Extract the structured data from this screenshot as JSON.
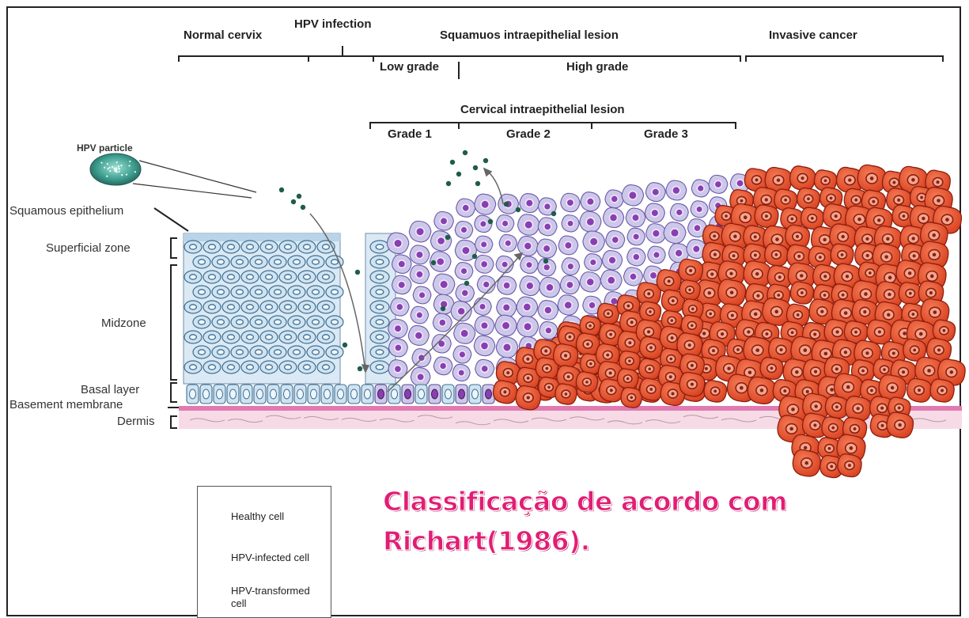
{
  "headers": {
    "normal_cervix": "Normal cervix",
    "hpv_infection": "HPV infection",
    "squamous_lesion": "Squamuos intraepithelial lesion",
    "invasive_cancer": "Invasive cancer",
    "low_grade": "Low grade",
    "high_grade": "High grade",
    "cervical_lesion": "Cervical intraepithelial lesion",
    "grade1": "Grade 1",
    "grade2": "Grade 2",
    "grade3": "Grade 3"
  },
  "side_labels": {
    "hpv_particle": "HPV particle",
    "squamous_epithelium": "Squamous epithelium",
    "superficial_zone": "Superficial zone",
    "midzone": "Midzone",
    "basal_layer": "Basal layer",
    "basement_membrane": "Basement membrane",
    "dermis": "Dermis"
  },
  "legend": {
    "healthy": "Healthy cell",
    "infected": "HPV-infected cell",
    "transformed_line1": "HPV-transformed",
    "transformed_line2": "cell"
  },
  "caption": {
    "line1": "Classificação de acordo com",
    "line2": "Richart(1986)."
  },
  "colors": {
    "healthy_fill": "#cfe3f2",
    "healthy_stroke": "#3f6f8f",
    "infected_fill": "#cdc8ea",
    "infected_nucleus": "#8a3fb0",
    "transformed_fill": "#e8502d",
    "transformed_stroke": "#8a1f10",
    "virus": "#1f5c4a",
    "membrane": "#e07ab0",
    "dermis": "#f6dbe6",
    "caption": "#e11d74"
  }
}
